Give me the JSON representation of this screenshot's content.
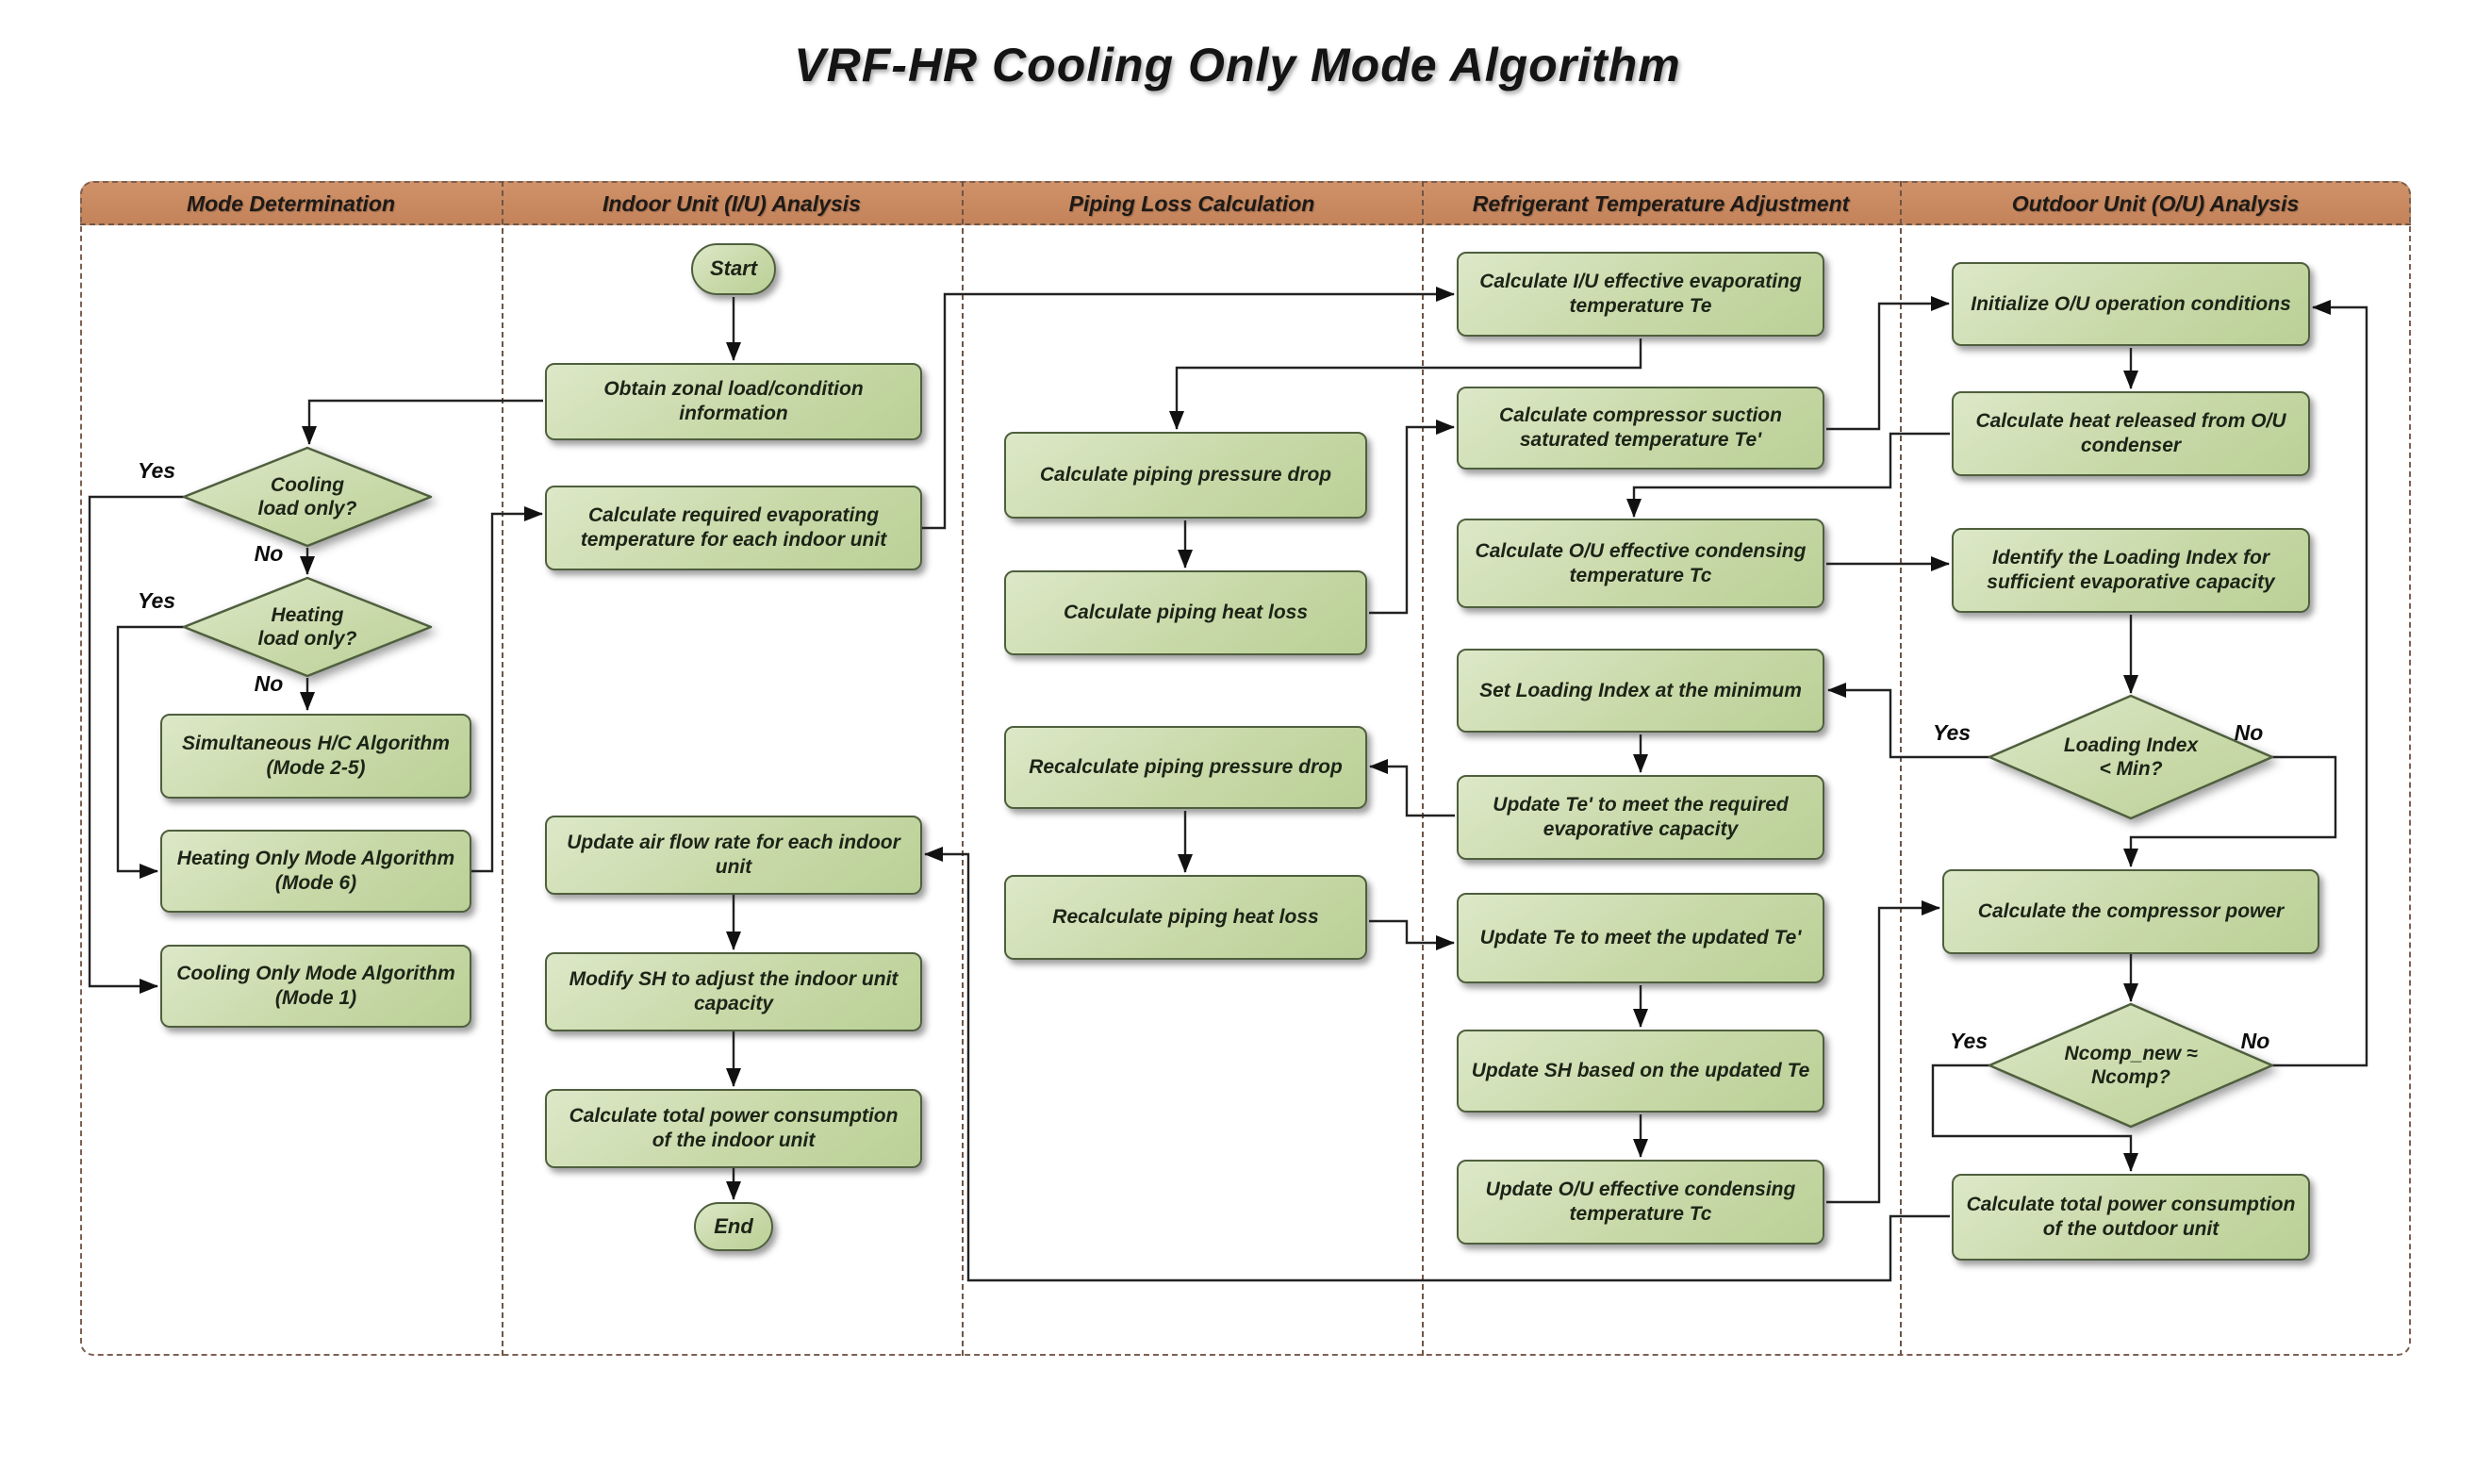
{
  "title": "VRF-HR Cooling Only Mode Algorithm",
  "lanes": [
    {
      "label": "Mode Determination"
    },
    {
      "label": "Indoor Unit (I/U) Analysis"
    },
    {
      "label": "Piping Loss Calculation"
    },
    {
      "label": "Refrigerant Temperature Adjustment"
    },
    {
      "label": "Outdoor Unit (O/U) Analysis"
    }
  ],
  "nodes": {
    "start": {
      "type": "terminator",
      "label": "Start"
    },
    "obtain": {
      "type": "process",
      "label": "Obtain zonal load/condition information"
    },
    "calc_req": {
      "type": "process",
      "label": "Calculate required evaporating temperature for each indoor unit"
    },
    "update_air": {
      "type": "process",
      "label": "Update air flow rate for each indoor unit"
    },
    "modify_sh": {
      "type": "process",
      "label": "Modify SH to adjust the indoor unit capacity"
    },
    "total_iu": {
      "type": "process",
      "label": "Calculate total power consumption of the indoor unit"
    },
    "end": {
      "type": "terminator",
      "label": "End"
    },
    "cooling_q": {
      "type": "decision",
      "label": "Cooling load only?"
    },
    "heating_q": {
      "type": "decision",
      "label": "Heating load only?"
    },
    "mode25": {
      "type": "process",
      "label": "Simultaneous H/C Algorithm (Mode 2-5)"
    },
    "mode6": {
      "type": "process",
      "label": "Heating Only Mode Algorithm (Mode 6)"
    },
    "mode1": {
      "type": "process",
      "label": "Cooling Only Mode Algorithm (Mode 1)"
    },
    "pressure": {
      "type": "process",
      "label": "Calculate piping pressure drop"
    },
    "heatloss": {
      "type": "process",
      "label": "Calculate piping heat loss"
    },
    "re_pressure": {
      "type": "process",
      "label": "Recalculate piping pressure drop"
    },
    "re_heatloss": {
      "type": "process",
      "label": "Recalculate piping heat loss"
    },
    "te": {
      "type": "process",
      "label": "Calculate I/U effective evaporating temperature Te"
    },
    "te_prime": {
      "type": "process",
      "label": "Calculate compressor suction saturated temperature Te'"
    },
    "tc": {
      "type": "process",
      "label": "Calculate O/U effective condensing temperature Tc"
    },
    "set_li": {
      "type": "process",
      "label": "Set Loading Index at the minimum"
    },
    "update_tep": {
      "type": "process",
      "label": "Update Te' to meet the required evaporative capacity"
    },
    "update_te": {
      "type": "process",
      "label": "Update Te to meet the updated Te'"
    },
    "update_sh": {
      "type": "process",
      "label": "Update SH based on the updated Te"
    },
    "update_tc": {
      "type": "process",
      "label": "Update O/U effective condensing temperature Tc"
    },
    "initialize": {
      "type": "process",
      "label": "Initialize O/U operation conditions"
    },
    "heat_released": {
      "type": "process",
      "label": "Calculate heat released from O/U condenser"
    },
    "identify": {
      "type": "process",
      "label": "Identify the Loading Index for sufficient evaporative capacity"
    },
    "loading_q": {
      "type": "decision",
      "label": "Loading Index < Min?"
    },
    "compressor": {
      "type": "process",
      "label": "Calculate the compressor power"
    },
    "ncomp_q": {
      "type": "decision",
      "label": "Ncomp_new ≈  Ncomp?"
    },
    "total_ou": {
      "type": "process",
      "label": "Calculate total power consumption of the outdoor unit"
    }
  },
  "edge_labels": {
    "cooling_yes": "Yes",
    "cooling_no": "No",
    "heating_yes": "Yes",
    "heating_no": "No",
    "loading_yes": "Yes",
    "loading_no": "No",
    "ncomp_yes": "Yes",
    "ncomp_no": "No"
  },
  "connections": [
    {
      "from": "start",
      "to": "obtain"
    },
    {
      "from": "obtain",
      "to": "cooling_q"
    },
    {
      "from": "cooling_q",
      "to": "mode1",
      "label": "Yes"
    },
    {
      "from": "cooling_q",
      "to": "heating_q",
      "label": "No"
    },
    {
      "from": "heating_q",
      "to": "mode6",
      "label": "Yes"
    },
    {
      "from": "heating_q",
      "to": "mode25",
      "label": "No"
    },
    {
      "from": "mode6",
      "to": "calc_req"
    },
    {
      "from": "calc_req",
      "to": "te"
    },
    {
      "from": "te",
      "to": "pressure"
    },
    {
      "from": "pressure",
      "to": "heatloss"
    },
    {
      "from": "heatloss",
      "to": "te_prime"
    },
    {
      "from": "te_prime",
      "to": "initialize"
    },
    {
      "from": "initialize",
      "to": "heat_released"
    },
    {
      "from": "heat_released",
      "to": "tc"
    },
    {
      "from": "tc",
      "to": "identify"
    },
    {
      "from": "identify",
      "to": "loading_q"
    },
    {
      "from": "loading_q",
      "to": "set_li",
      "label": "Yes"
    },
    {
      "from": "loading_q",
      "to": "compressor",
      "label": "No"
    },
    {
      "from": "set_li",
      "to": "update_tep"
    },
    {
      "from": "update_tep",
      "to": "re_pressure"
    },
    {
      "from": "re_pressure",
      "to": "re_heatloss"
    },
    {
      "from": "re_heatloss",
      "to": "update_te"
    },
    {
      "from": "update_te",
      "to": "update_sh"
    },
    {
      "from": "update_sh",
      "to": "update_tc"
    },
    {
      "from": "update_tc",
      "to": "compressor"
    },
    {
      "from": "compressor",
      "to": "ncomp_q"
    },
    {
      "from": "ncomp_q",
      "to": "total_ou",
      "label": "Yes"
    },
    {
      "from": "ncomp_q",
      "to": "initialize",
      "label": "No"
    },
    {
      "from": "total_ou",
      "to": "update_air"
    },
    {
      "from": "update_air",
      "to": "modify_sh"
    },
    {
      "from": "modify_sh",
      "to": "total_iu"
    },
    {
      "from": "total_iu",
      "to": "end"
    }
  ],
  "colors": {
    "node_fill_light": "#dce8c8",
    "node_fill_dark": "#bad097",
    "node_border": "#4f5f3e",
    "band_fill": "#c9895f",
    "frame_dash": "#7d6052",
    "connector": "#1a1a1a"
  }
}
